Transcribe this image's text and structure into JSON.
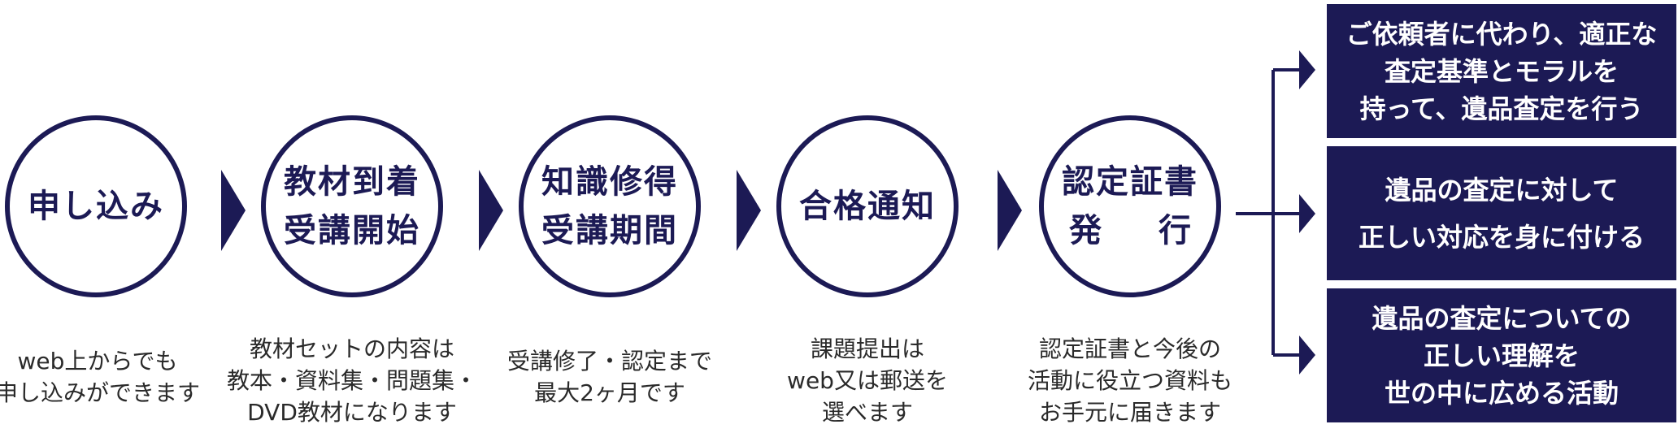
{
  "colors": {
    "navy": "#1c1a55",
    "text": "#2a2a2a",
    "white": "#ffffff"
  },
  "steps": [
    {
      "lines": [
        "申し込み"
      ]
    },
    {
      "lines": [
        "教材到着",
        "受講開始"
      ]
    },
    {
      "lines": [
        "知識修得",
        "受講期間"
      ]
    },
    {
      "lines": [
        "合格通知"
      ]
    },
    {
      "lines": [
        "認定証書",
        "発",
        "行"
      ]
    }
  ],
  "descriptions": [
    {
      "lines": [
        "web上からでも",
        "申し込みができます"
      ]
    },
    {
      "lines": [
        "教材セットの内容は",
        "教本・資料集・問題集・",
        "DVD教材になります"
      ]
    },
    {
      "lines": [
        "受講修了・認定まで",
        "最大2ヶ月です"
      ]
    },
    {
      "lines": [
        "課題提出は",
        "web又は郵送を",
        "選べます"
      ]
    },
    {
      "lines": [
        "認定証書と今後の",
        "活動に役立つ資料も",
        "お手元に届きます"
      ]
    }
  ],
  "goals": [
    {
      "lines": [
        "ご依頼者に代わり、適正な",
        "査定基準とモラルを",
        "持って、遺品査定を行う"
      ]
    },
    {
      "lines": [
        "遺品の査定に対して",
        "正しい対応を身に付ける"
      ]
    },
    {
      "lines": [
        "遺品の査定についての",
        "正しい理解を",
        "世の中に広める活動"
      ]
    }
  ],
  "icons": {
    "flow_arrow": "chevron-right-icon",
    "branch_arrow": "arrowhead-right-icon"
  }
}
